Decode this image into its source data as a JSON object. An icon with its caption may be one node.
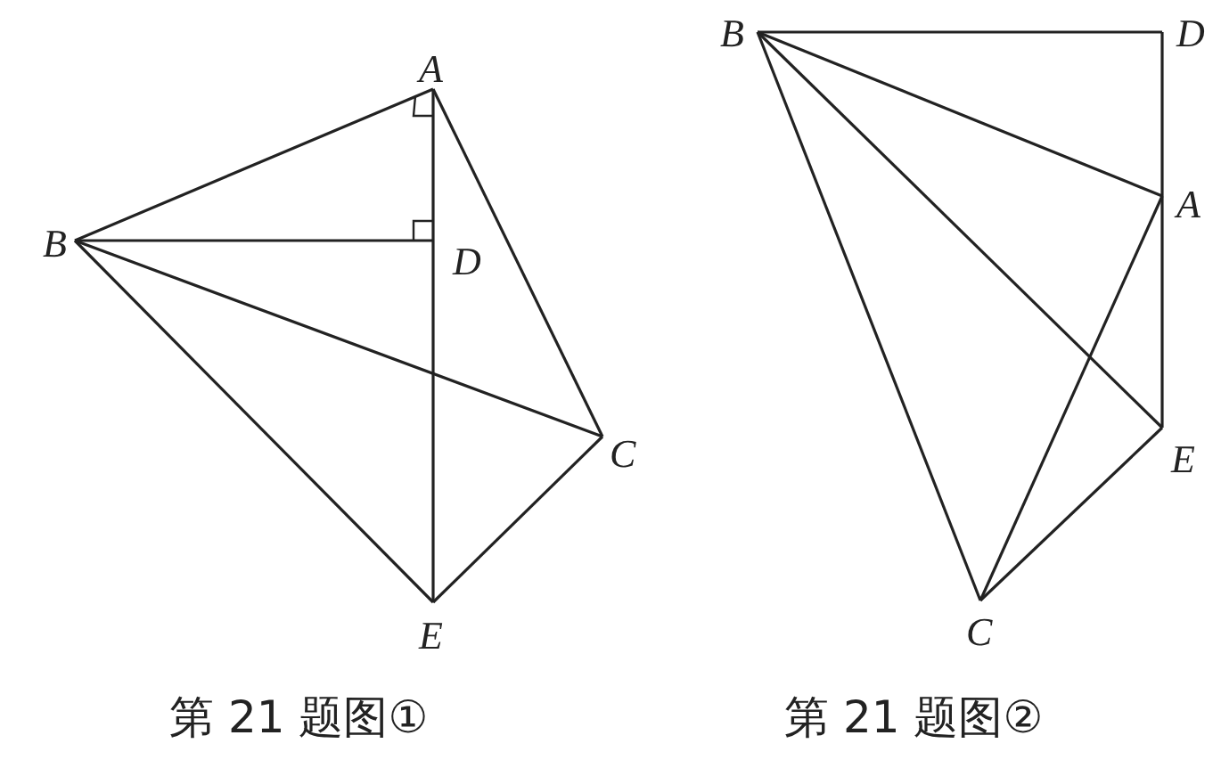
{
  "diagram": {
    "labels": [
      "A",
      "B",
      "D",
      "C",
      "E",
      "B",
      "D",
      "A",
      "E",
      "C",
      "第 21 题图①",
      "第 21 题图②"
    ]
  }
}
